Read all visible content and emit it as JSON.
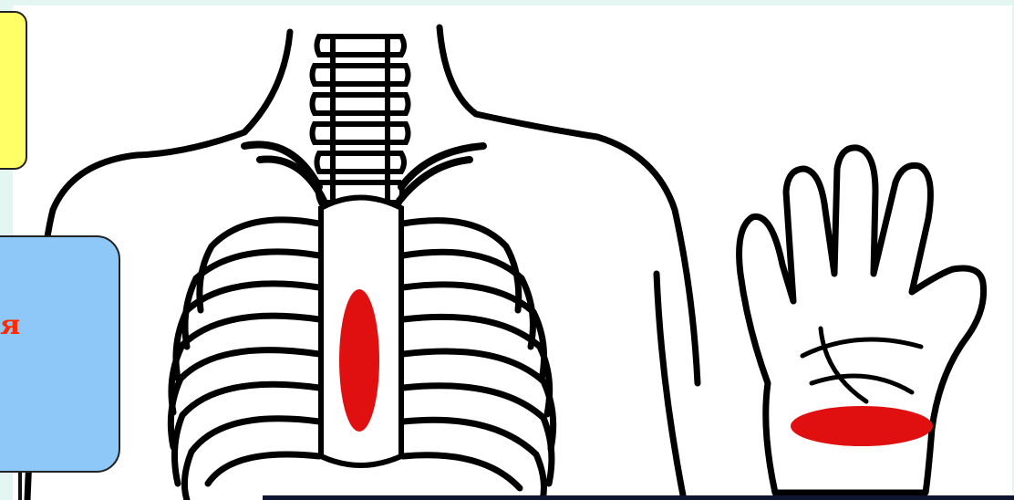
{
  "slide": {
    "background": "#e4f6f1"
  },
  "callout_yellow": {
    "color": "#ffff66",
    "text": ""
  },
  "callout_blue": {
    "color": "#8ec8f8",
    "text": "я",
    "text_color": "#ff2a00"
  },
  "illustration": {
    "subject": "human-torso-ribcage-and-hand",
    "highlight_color": "#e01010",
    "highlights": [
      "heart-region",
      "palm-region"
    ]
  }
}
